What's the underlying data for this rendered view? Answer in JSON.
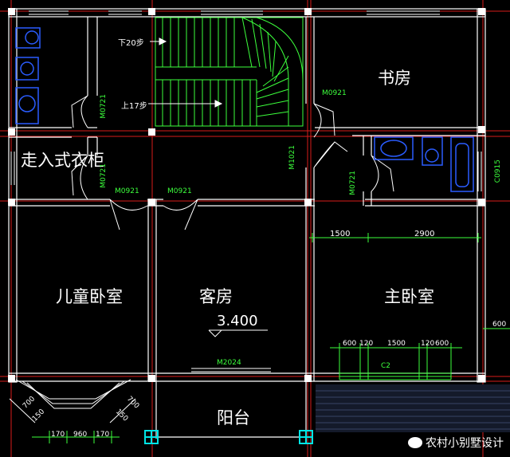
{
  "rooms": {
    "walk_in_closet": "走入式衣柜",
    "study": "书房",
    "child_bedroom": "儿童卧室",
    "guest_room": "客房",
    "master_bedroom": "主卧室",
    "balcony": "阳台"
  },
  "stairs": {
    "down": "下20步",
    "up": "上17步"
  },
  "elevation": "3.400",
  "doors": {
    "m0921_a": "M0921",
    "m0921_b": "M0921",
    "m0921_c": "M0921",
    "m0721_a": "M0721",
    "m0721_b": "M0721",
    "m0721_c": "M0721",
    "m1021": "M1021",
    "m2024": "M2024"
  },
  "windows": {
    "c0915": "C0915",
    "c2": "C2"
  },
  "dimensions": {
    "d1500_top": "1500",
    "d2900": "2900",
    "d600_a": "600",
    "d120_a": "120",
    "d1500": "1500",
    "d120_b": "120",
    "d600_b": "600",
    "d600_right": "600",
    "d170_a": "170",
    "d960": "960",
    "d170_b": "170",
    "d700_a": "700",
    "d150_a": "150",
    "d150_b": "150",
    "d700_b": "700"
  },
  "watermark": "农村小别墅设计",
  "colors": {
    "wall": "#ffffff",
    "axis": "#e0201e",
    "door": "#ffffff",
    "stair": "#3cff3c",
    "fixture": "#2a5cff",
    "hatch": "#5a6fa0",
    "column": "#00e5e5"
  }
}
